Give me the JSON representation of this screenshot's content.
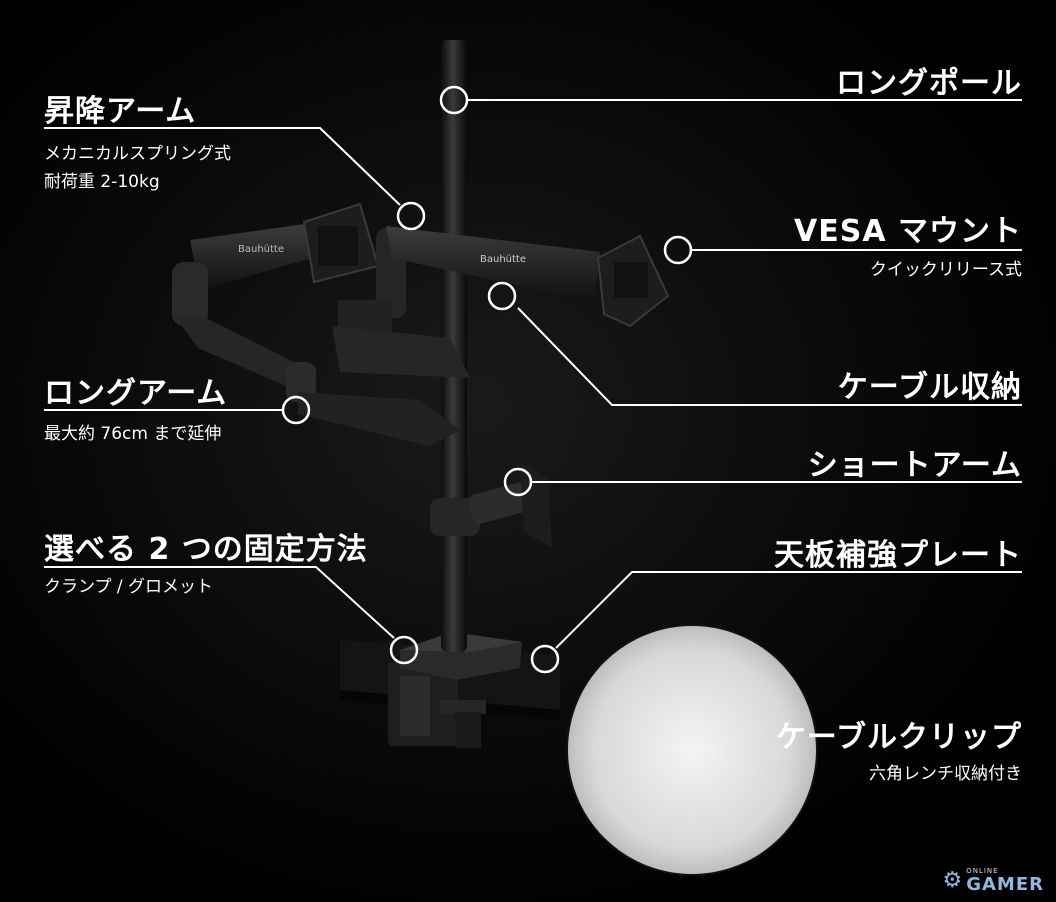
{
  "left": {
    "lift_arm": {
      "title": "昇降アーム",
      "lines": [
        "メカニカルスプリング式",
        "耐荷重 2-10kg"
      ]
    },
    "long_arm": {
      "title": "ロングアーム",
      "lines": [
        "最大約 76cm まで延伸"
      ]
    },
    "mount": {
      "title": "選べる 2 つの固定方法",
      "lines": [
        "クランプ / グロメット"
      ]
    }
  },
  "right": {
    "long_pole": {
      "title": "ロングポール"
    },
    "vesa": {
      "title": "VESA マウント",
      "lines": [
        "クイックリリース式"
      ]
    },
    "cable_storage": {
      "title": "ケーブル収納"
    },
    "short_arm": {
      "title": "ショートアーム"
    },
    "plate": {
      "title": "天板補強プレート"
    },
    "cable_clip": {
      "title": "ケーブルクリップ",
      "lines": [
        "六角レンチ収納付き"
      ]
    }
  },
  "product": {
    "brand_mark": "Bauhütte"
  },
  "watermark": {
    "small": "ONLINE",
    "big": "GAMER",
    "icon": "gamer-logo-icon"
  },
  "colors": {
    "background": "#000000",
    "text": "#ffffff",
    "watermark": "#8fb9e0"
  }
}
